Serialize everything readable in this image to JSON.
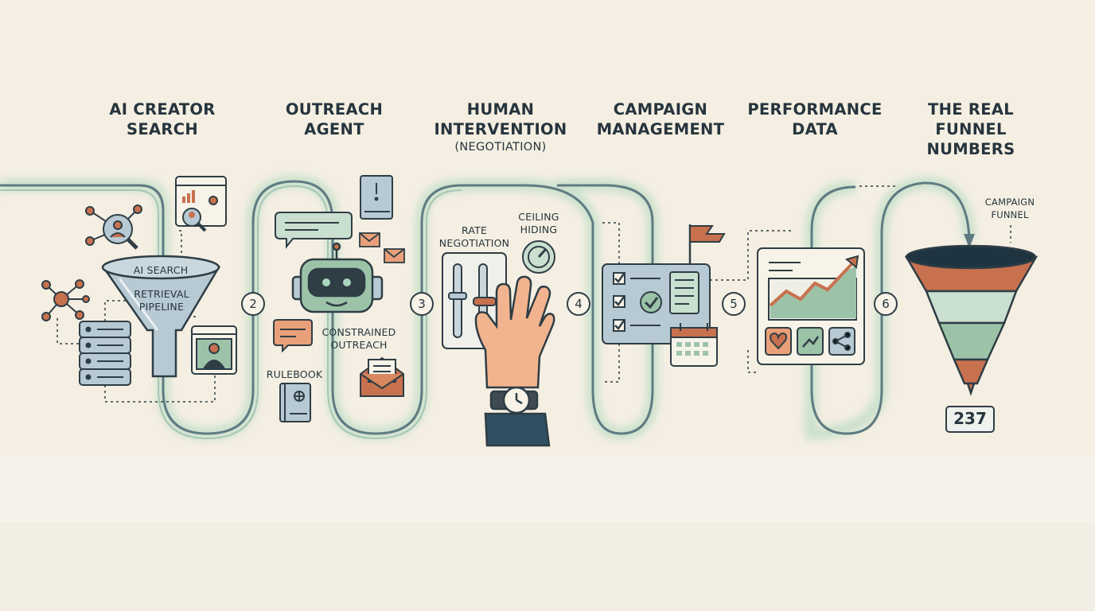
{
  "stages": [
    {
      "title_lines": [
        "AI CREATOR",
        "SEARCH"
      ]
    },
    {
      "title_lines": [
        "OUTREACH",
        "AGENT"
      ]
    },
    {
      "title_lines": [
        "HUMAN",
        "INTERVENTION"
      ],
      "subtitle": "(NEGOTIATION)"
    },
    {
      "title_lines": [
        "CAMPAIGN",
        "MANAGEMENT"
      ]
    },
    {
      "title_lines": [
        "PERFORMANCE",
        "DATA"
      ]
    },
    {
      "title_lines": [
        "THE REAL",
        "FUNNEL",
        "NUMBERS"
      ]
    }
  ],
  "steps": [
    "2",
    "3",
    "4",
    "5",
    "6"
  ],
  "labels": {
    "ai_search": "AI SEARCH",
    "retrieval_pipeline": [
      "RETRIEVAL",
      "PIPELINE"
    ],
    "constrained_outreach": [
      "CONSTRAINED",
      "OUTREACH"
    ],
    "rulebook": "RULEBOOK",
    "rate_negotiation": [
      "RATE",
      "NEGOTIATION"
    ],
    "ceiling_hiding": [
      "CEILING",
      "HIDING"
    ],
    "campaign_funnel": [
      "CAMPAIGN",
      "FUNNEL"
    ]
  },
  "funnel_count": "237",
  "colors": {
    "background": "#f4efe2",
    "ink": "#2f3d45",
    "path_glow": "#b9dcc7",
    "sage": "#9cc3a8",
    "terracotta": "#c8714f",
    "steel_blue": "#b7c9d3"
  }
}
